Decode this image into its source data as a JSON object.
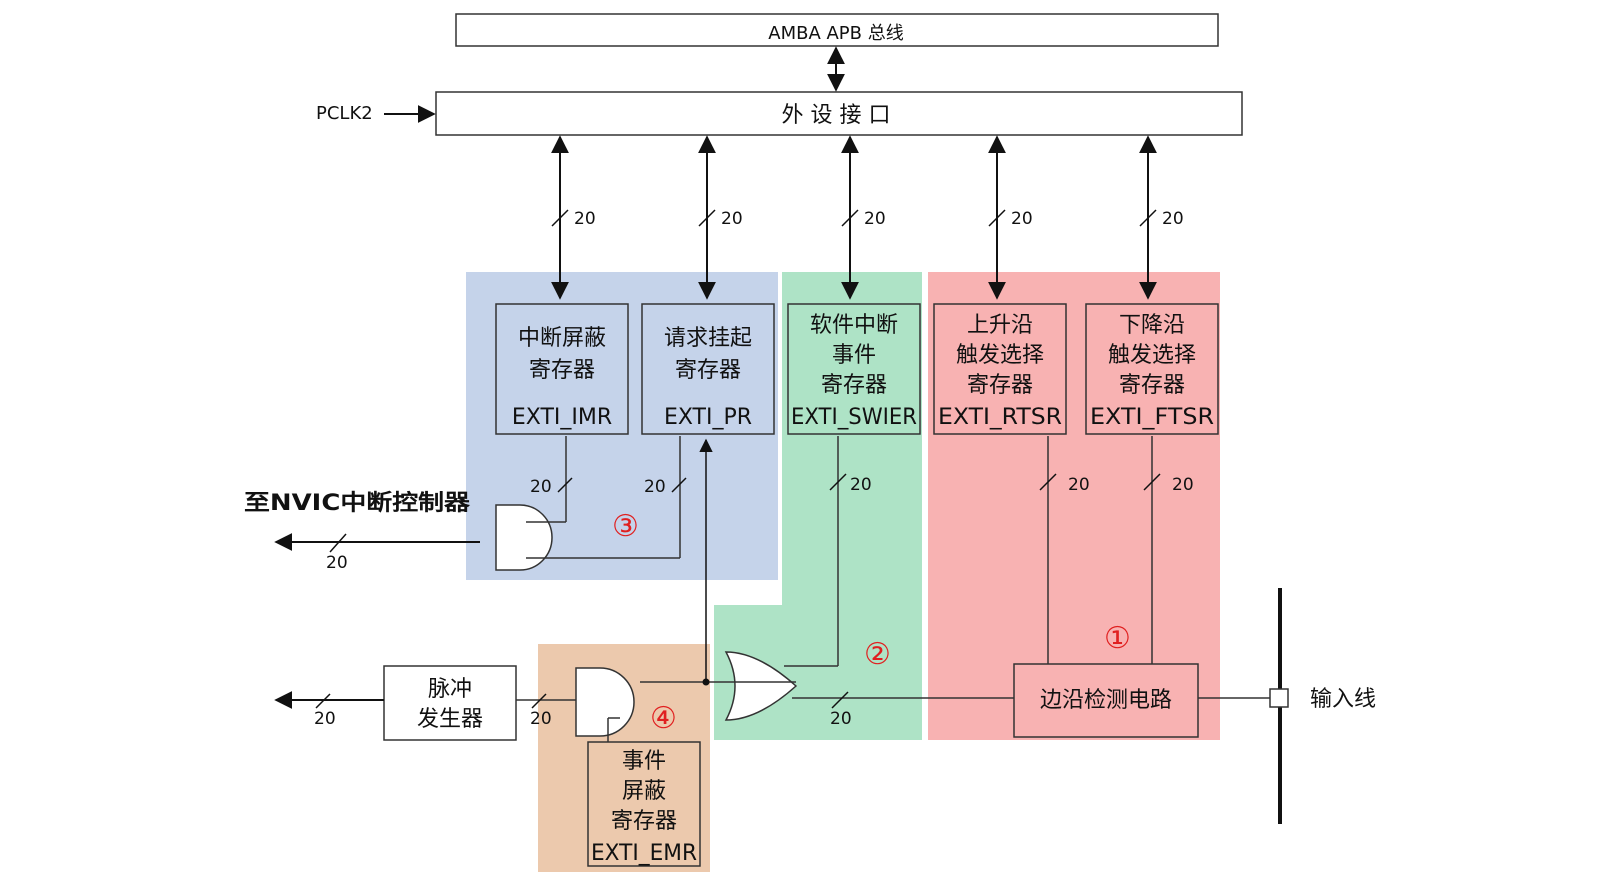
{
  "bus": {
    "amba": "AMBA APB 总线",
    "peripheral_interface": "外 设 接 口",
    "pclk": "PCLK2"
  },
  "registers": {
    "imr": {
      "line1": "中断屏蔽",
      "line2": "寄存器",
      "name": "EXTI_IMR"
    },
    "pr": {
      "line1": "请求挂起",
      "line2": "寄存器",
      "name": "EXTI_PR"
    },
    "swier": {
      "line1": "软件中断",
      "line2": "事件",
      "line3": "寄存器",
      "name": "EXTI_SWIER"
    },
    "rtsr": {
      "line1": "上升沿",
      "line2": "触发选择",
      "line3": "寄存器",
      "name": "EXTI_RTSR"
    },
    "ftsr": {
      "line1": "下降沿",
      "line2": "触发选择",
      "line3": "寄存器",
      "name": "EXTI_FTSR"
    },
    "emr": {
      "line1": "事件",
      "line2": "屏蔽",
      "line3": "寄存器",
      "name": "EXTI_EMR"
    }
  },
  "blocks": {
    "edge_detect": "边沿检测电路",
    "pulse_gen_line1": "脉冲",
    "pulse_gen_line2": "发生器",
    "input_line": "输入线",
    "to_nvic": "至NVIC中断控制器"
  },
  "bus_width": "20",
  "markers": {
    "m1": "①",
    "m2": "②",
    "m3": "③",
    "m4": "④"
  },
  "colors": {
    "blue": "#c5d3ea",
    "green": "#aee3c6",
    "red": "#f8b2b2",
    "orange": "#ecc9ad",
    "marker": "#e02020"
  }
}
